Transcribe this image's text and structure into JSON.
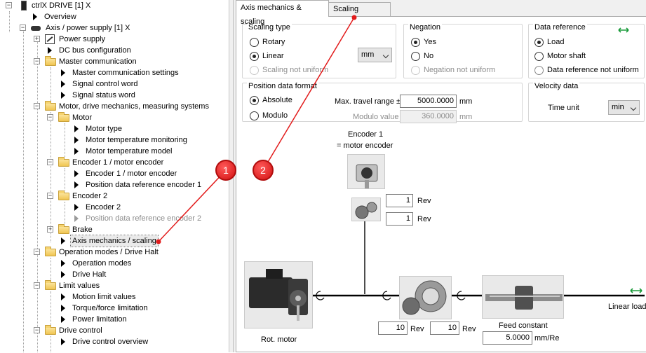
{
  "tree": {
    "root": "ctrlX DRIVE [1] X",
    "overview": "Overview",
    "axis_supply": "Axis / power supply [1] X",
    "power_supply": "Power supply",
    "dc_bus": "DC bus configuration",
    "master_comm": "Master communication",
    "master_comm_settings": "Master communication settings",
    "signal_control_word": "Signal control word",
    "signal_status_word": "Signal status word",
    "motor_drive": "Motor, drive mechanics, measuring systems",
    "motor": "Motor",
    "motor_type": "Motor type",
    "motor_temp_mon": "Motor temperature monitoring",
    "motor_temp_model": "Motor temperature model",
    "encoder1": "Encoder 1 / motor encoder",
    "encoder1_item": "Encoder 1 / motor encoder",
    "pos_ref_enc1": "Position data reference encoder 1",
    "encoder2": "Encoder 2",
    "encoder2_item": "Encoder 2",
    "pos_ref_enc2": "Position data reference encoder 2",
    "brake": "Brake",
    "axis_mech": "Axis mechanics / scaling",
    "op_modes_halt": "Operation modes / Drive Halt",
    "op_modes": "Operation modes",
    "drive_halt": "Drive Halt",
    "limit_values": "Limit values",
    "motion_limit": "Motion limit values",
    "torque_limit": "Torque/force limitation",
    "power_limit": "Power limitation",
    "drive_control": "Drive control",
    "drive_control_overview": "Drive control overview"
  },
  "tabs": {
    "axis_mech": "Axis mechanics & scaling",
    "scaling_ext": "Scaling extended"
  },
  "scaling_type": {
    "title": "Scaling type",
    "rotary": "Rotary",
    "linear": "Linear",
    "not_uniform": "Scaling not uniform",
    "unit": "mm"
  },
  "negation": {
    "title": "Negation",
    "yes": "Yes",
    "no": "No",
    "not_uniform": "Negation not uniform"
  },
  "data_reference": {
    "title": "Data reference",
    "load": "Load",
    "motor_shaft": "Motor shaft",
    "not_uniform": "Data reference not uniform"
  },
  "position_format": {
    "title": "Position data format",
    "absolute": "Absolute",
    "modulo": "Modulo",
    "max_travel_label": "Max. travel range ±",
    "max_travel_value": "5000.0000",
    "max_travel_unit": "mm",
    "modulo_label": "Modulo value",
    "modulo_value": "360.0000",
    "modulo_unit": "mm"
  },
  "velocity": {
    "title": "Velocity data",
    "time_unit_label": "Time unit",
    "time_unit": "min"
  },
  "diagram": {
    "encoder_title": "Encoder 1",
    "encoder_subtitle": "= motor encoder",
    "enc_gear_top": "1",
    "enc_gear_bottom": "1",
    "rev_label": "Rev",
    "gear_in": "10",
    "gear_out": "10",
    "feed_constant_label": "Feed constant",
    "feed_constant_value": "5.0000",
    "feed_unit": "mm/Re",
    "motor_label": "Rot. motor",
    "linear_load_label": "Linear load"
  },
  "callouts": {
    "one": "1",
    "two": "2"
  },
  "colors": {
    "callout": "#e21b1b",
    "arrow_green": "#1a9b3a"
  }
}
